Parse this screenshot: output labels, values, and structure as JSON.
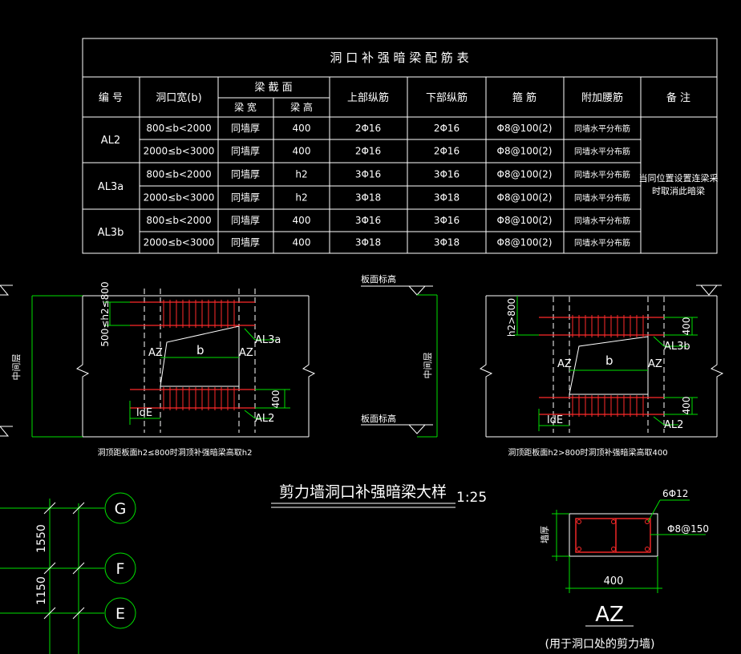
{
  "colors": {
    "background": "#000000",
    "line": "#ffffff",
    "rebar": "#ff2a2a",
    "dimension": "#00e000",
    "centerline": "#ffffff"
  },
  "table": {
    "title": "洞 口 补 强 暗 梁 配 筋 表",
    "headers": {
      "id": "编 号",
      "width": "洞口宽(b)",
      "section": "梁 截 面",
      "section_w": "梁 宽",
      "section_h": "梁 高",
      "top": "上部纵筋",
      "bottom": "下部纵筋",
      "stirrup": "箍 筋",
      "extra": "附加腰筋",
      "note": "备 注"
    },
    "rows": [
      {
        "range": "800≤b<2000",
        "w": "同墙厚",
        "h": "400",
        "top": "2Φ16",
        "bottom": "2Φ16",
        "stirrup": "Φ8@100(2)",
        "extra": "同墙水平分布筋"
      },
      {
        "range": "2000≤b<3000",
        "w": "同墙厚",
        "h": "400",
        "top": "2Φ16",
        "bottom": "2Φ16",
        "stirrup": "Φ8@100(2)",
        "extra": "同墙水平分布筋"
      },
      {
        "range": "800≤b<2000",
        "w": "同墙厚",
        "h": "h2",
        "top": "3Φ16",
        "bottom": "3Φ16",
        "stirrup": "Φ8@100(2)",
        "extra": "同墙水平分布筋"
      },
      {
        "range": "2000≤b<3000",
        "w": "同墙厚",
        "h": "h2",
        "top": "3Φ18",
        "bottom": "3Φ18",
        "stirrup": "Φ8@100(2)",
        "extra": "同墙水平分布筋"
      },
      {
        "range": "800≤b<2000",
        "w": "同墙厚",
        "h": "400",
        "top": "3Φ16",
        "bottom": "3Φ16",
        "stirrup": "Φ8@100(2)",
        "extra": "同墙水平分布筋"
      },
      {
        "range": "2000≤b<3000",
        "w": "同墙厚",
        "h": "400",
        "top": "3Φ18",
        "bottom": "3Φ18",
        "stirrup": "Φ8@100(2)",
        "extra": "同墙水平分布筋"
      }
    ],
    "ids": [
      "AL2",
      "AL3a",
      "AL3b"
    ],
    "note_line1": "当同位置设置连梁采",
    "note_line2": "时取消此暗梁"
  },
  "detail_left": {
    "dim_h2": "500≤h2≤800",
    "floor": "中间层",
    "label_az": "AZ",
    "label_b": "b",
    "label_al3a": "AL3a",
    "label_al2": "AL2",
    "label_lde": "ldE",
    "dim_400": "400",
    "caption": "洞顶距板面h2≤800时洞顶补强暗梁高取h2"
  },
  "detail_mid": {
    "slab_top": "板面标高",
    "slab_bottom": "板面标高",
    "floor": "中间层"
  },
  "detail_right": {
    "dim_h2": "h2>800",
    "dim_400_top": "400",
    "dim_400_bottom": "400",
    "label_az": "AZ",
    "label_b": "b",
    "label_al3b": "AL3b",
    "label_al2": "AL2",
    "label_lde": "ldE",
    "caption": "洞顶距板面h2>800时洞顶补强暗梁高取400"
  },
  "main_title": "剪力墙洞口补强暗梁大样",
  "main_scale": "1:25",
  "grid": {
    "axes": [
      "G",
      "F",
      "E"
    ],
    "dims": [
      "1550",
      "1150"
    ]
  },
  "az_section": {
    "rebar_main": "6Φ12",
    "rebar_tie": "Φ8@150",
    "wall": "墙厚",
    "width": "400",
    "title": "AZ",
    "subtitle": "(用于洞口处的剪力墙)"
  }
}
